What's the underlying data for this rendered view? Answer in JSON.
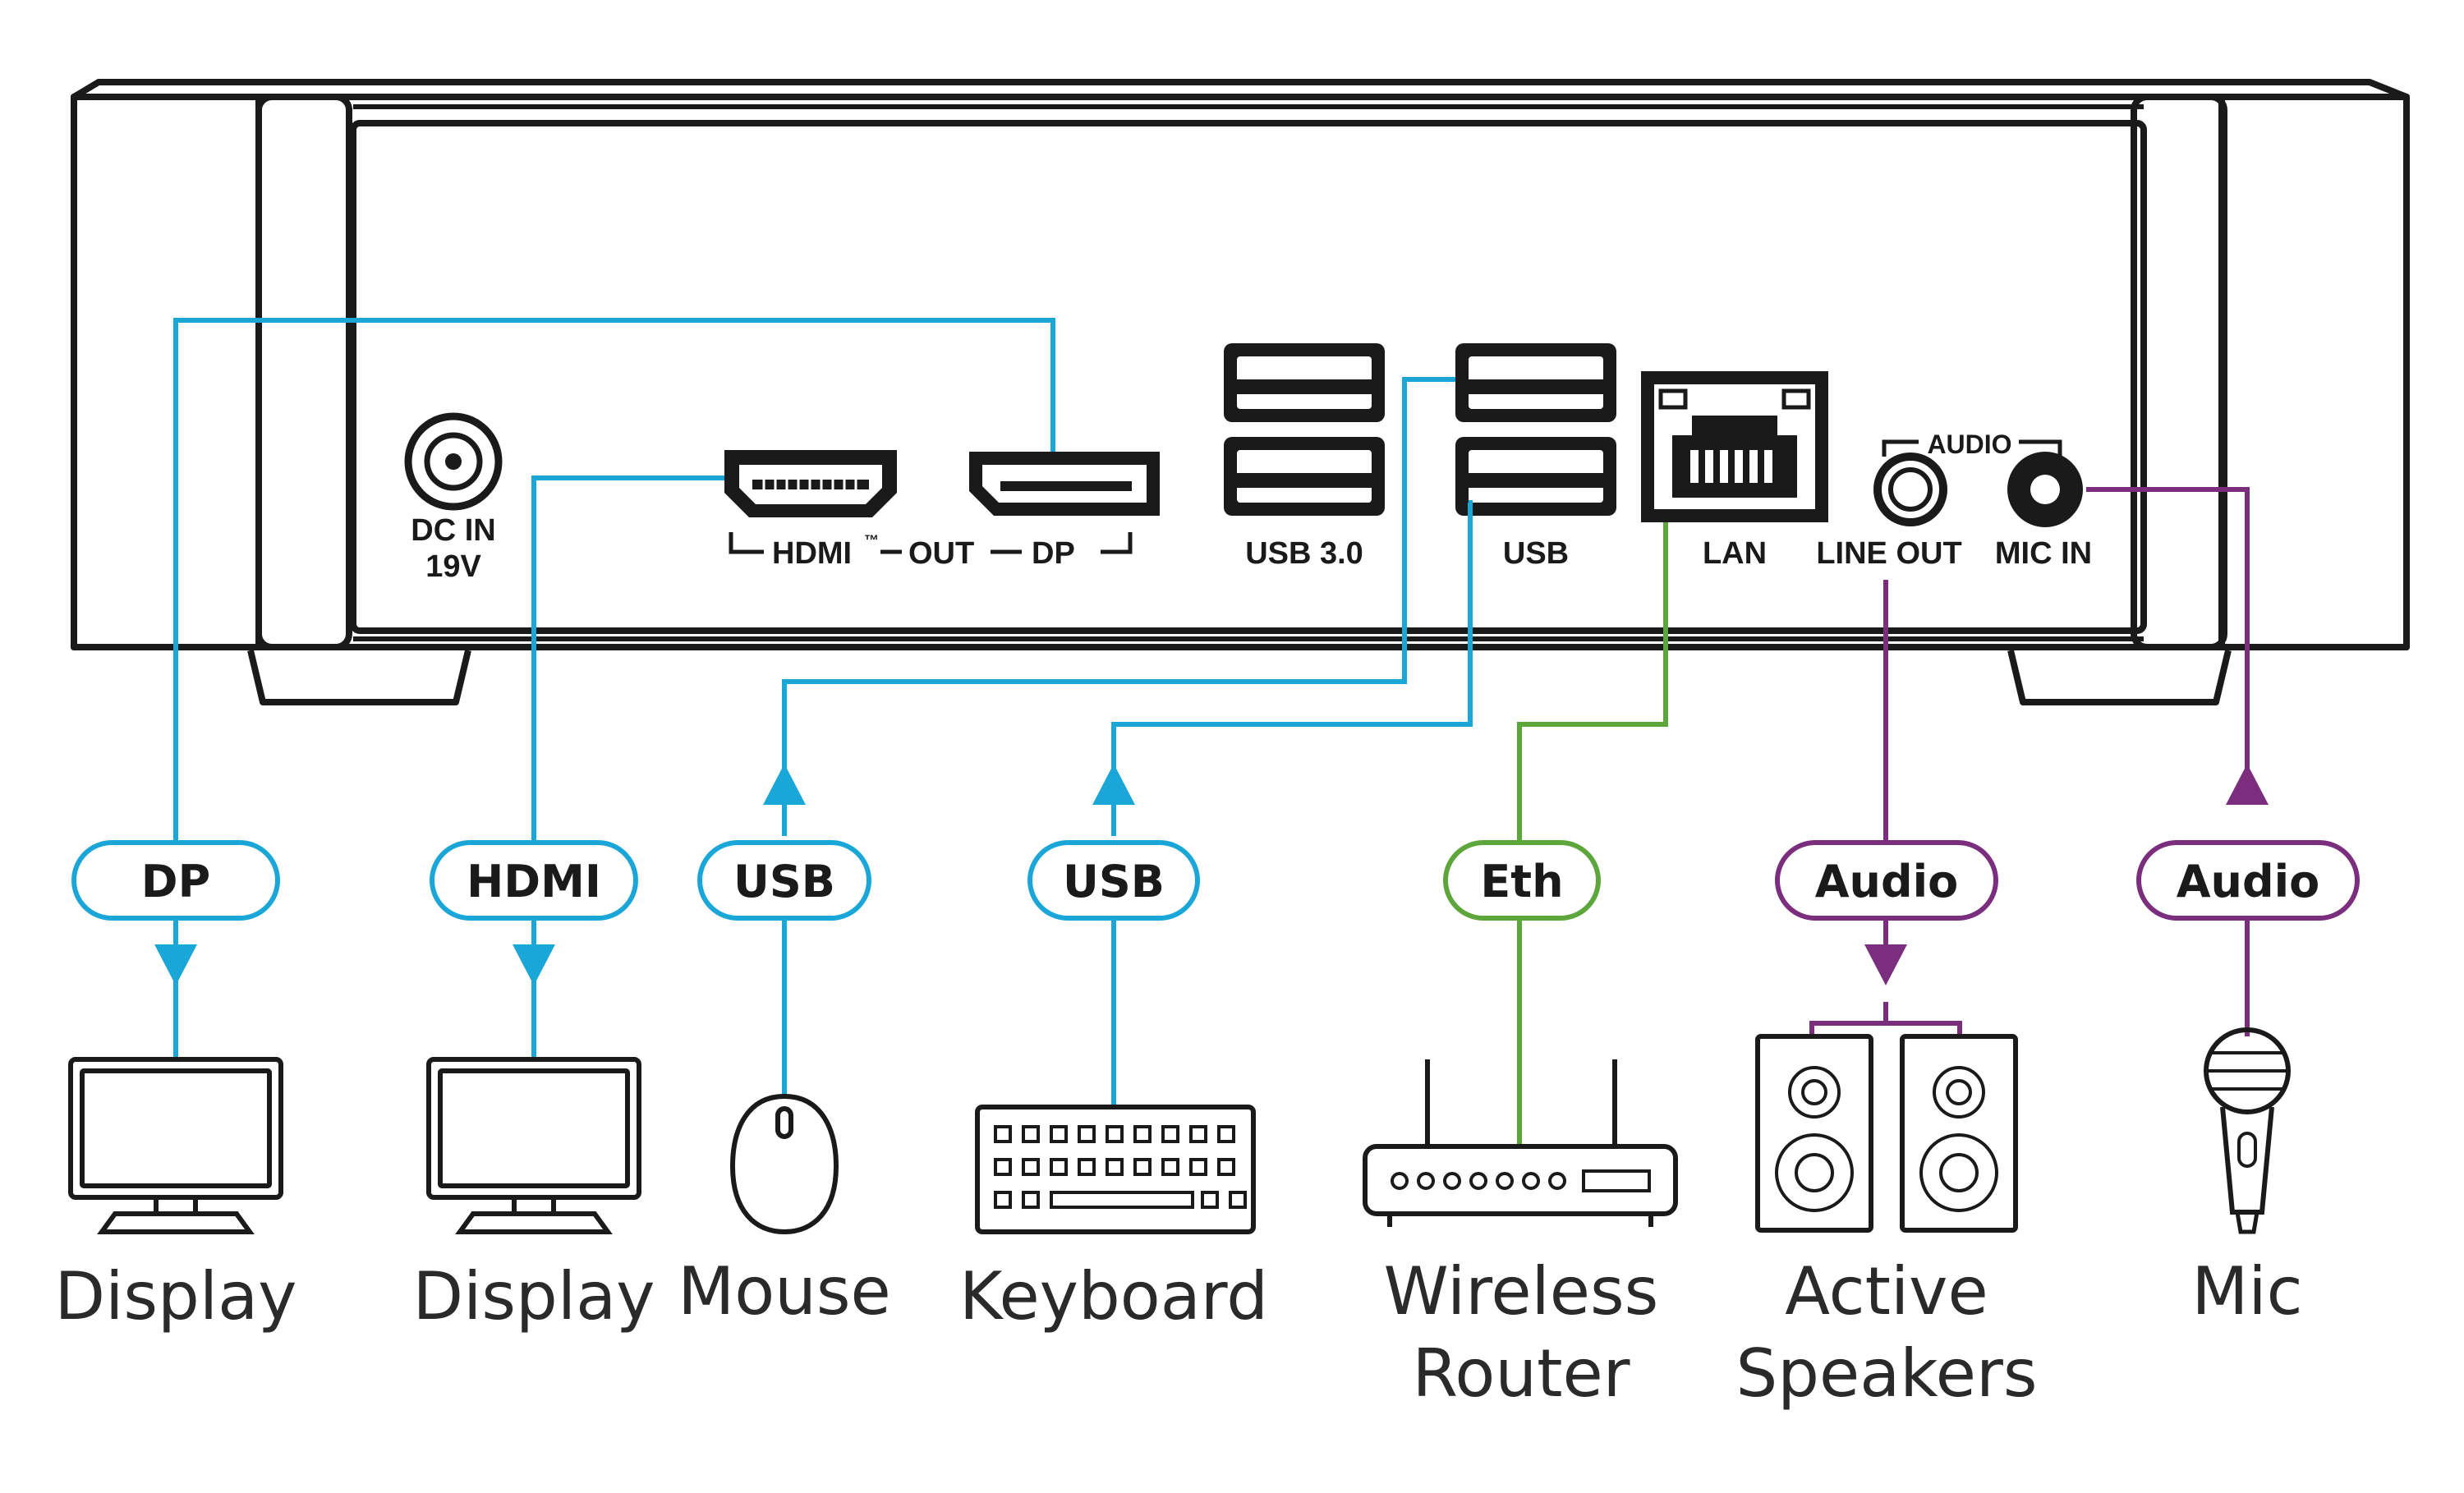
{
  "colors": {
    "blue": "#1aa7d8",
    "green": "#5ca63b",
    "purple": "#7a2e7d",
    "outline": "#1a1a1a"
  },
  "panel": {
    "dc_in": "DC IN",
    "dc_volt": "19V",
    "hdmi": "HDMI",
    "tm": "™",
    "out": "OUT",
    "dp": "DP",
    "usb3": "USB 3.0",
    "usb": "USB",
    "lan": "LAN",
    "audio": "AUDIO",
    "line_out": "LINE OUT",
    "mic_in": "MIC IN"
  },
  "pills": {
    "dp": "DP",
    "hdmi": "HDMI",
    "usb_mouse": "USB",
    "usb_keyboard": "USB",
    "eth": "Eth",
    "audio_out": "Audio",
    "audio_in": "Audio"
  },
  "devices": {
    "display1": "Display",
    "display2": "Display",
    "mouse": "Mouse",
    "keyboard": "Keyboard",
    "router_line1": "Wireless",
    "router_line2": "Router",
    "speakers_line1": "Active",
    "speakers_line2": "Speakers",
    "mic": "Mic"
  }
}
